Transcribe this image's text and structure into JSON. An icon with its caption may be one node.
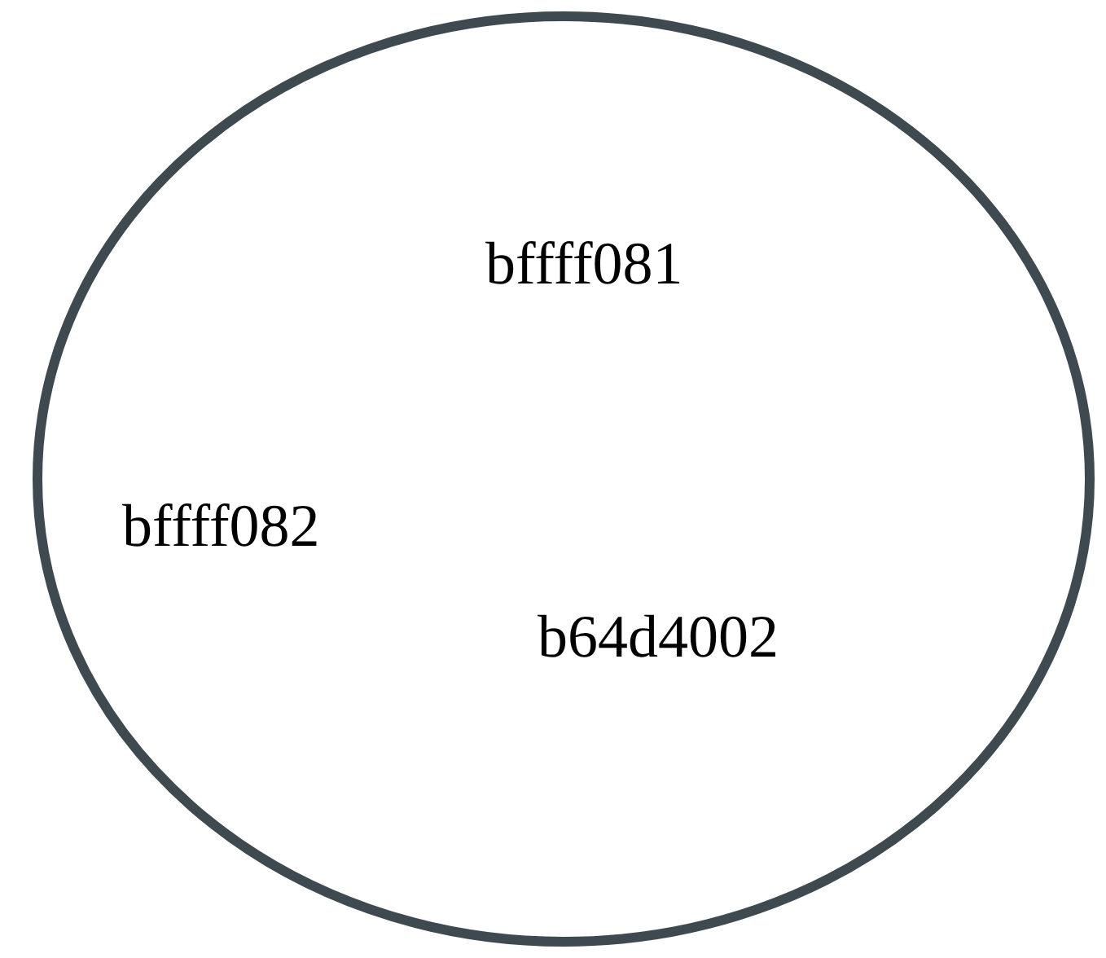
{
  "diagram": {
    "nodes": [
      {
        "text": [
          "bffff081",
          "bffff082",
          "b64d4002"
        ]
      }
    ]
  }
}
